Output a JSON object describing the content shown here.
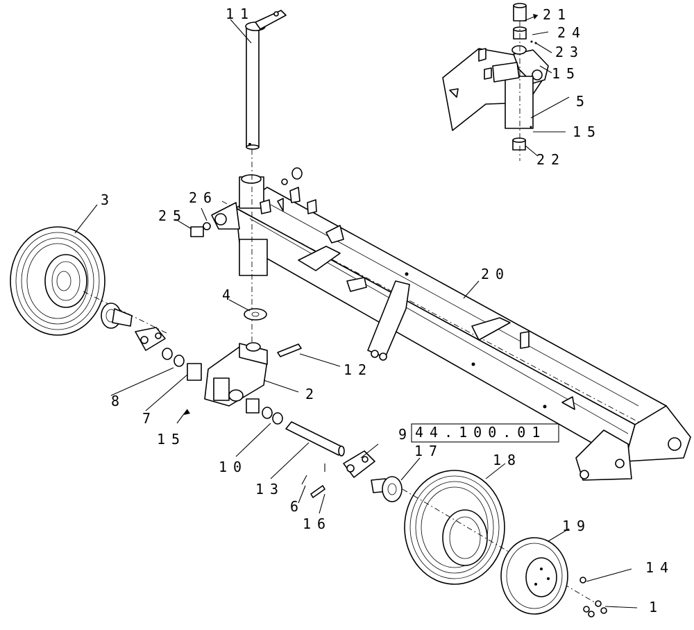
{
  "reference_box": "44.100.01",
  "reference_prefix": "9",
  "labels": [
    {
      "id": "l1",
      "text": "1"
    },
    {
      "id": "l2",
      "text": "2"
    },
    {
      "id": "l3",
      "text": "3"
    },
    {
      "id": "l4",
      "text": "4"
    },
    {
      "id": "l5",
      "text": "5"
    },
    {
      "id": "l6",
      "text": "6"
    },
    {
      "id": "l7",
      "text": "7"
    },
    {
      "id": "l8",
      "text": "8"
    },
    {
      "id": "l10",
      "text": "10"
    },
    {
      "id": "l11",
      "text": "11"
    },
    {
      "id": "l12",
      "text": "12"
    },
    {
      "id": "l13",
      "text": "13"
    },
    {
      "id": "l14",
      "text": "14"
    },
    {
      "id": "l15a",
      "text": "15"
    },
    {
      "id": "l15b",
      "text": "15"
    },
    {
      "id": "l15c",
      "text": "15"
    },
    {
      "id": "l16",
      "text": "16"
    },
    {
      "id": "l17",
      "text": "17"
    },
    {
      "id": "l18",
      "text": "18"
    },
    {
      "id": "l19",
      "text": "19"
    },
    {
      "id": "l20",
      "text": "20"
    },
    {
      "id": "l21",
      "text": "21"
    },
    {
      "id": "l22",
      "text": "22"
    },
    {
      "id": "l23",
      "text": "23"
    },
    {
      "id": "l24",
      "text": "24"
    },
    {
      "id": "l25",
      "text": "25"
    },
    {
      "id": "l26",
      "text": "26"
    }
  ]
}
